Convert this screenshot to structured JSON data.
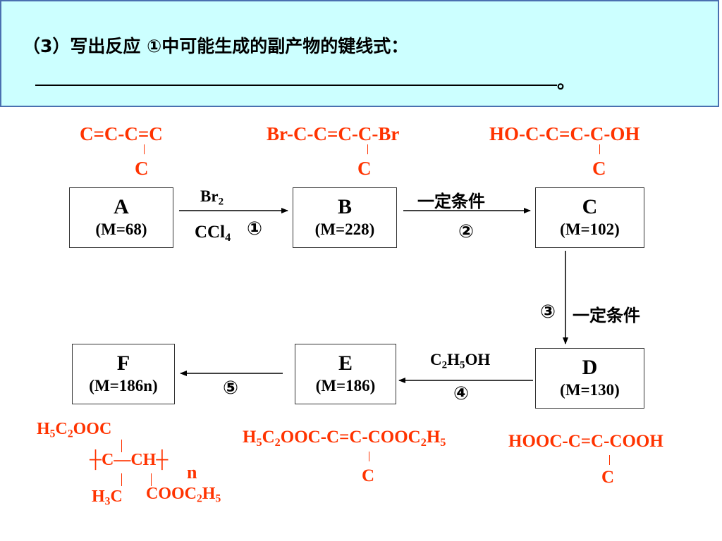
{
  "question": {
    "text": "（3）写出反应 ①中可能生成的副产物的键线式：",
    "period": "。"
  },
  "boxes": {
    "A": {
      "letter": "A",
      "mass": "(M=68)"
    },
    "B": {
      "letter": "B",
      "mass": "(M=228)"
    },
    "C": {
      "letter": "C",
      "mass": "(M=102)"
    },
    "D": {
      "letter": "D",
      "mass": "(M=130)"
    },
    "E": {
      "letter": "E",
      "mass": "(M=186)"
    },
    "F": {
      "letter": "F",
      "mass": "(M=186n)"
    }
  },
  "arrows": {
    "step1": {
      "reagent_top": "Br",
      "reagent_top_sub": "2",
      "reagent_bottom": "CCl",
      "reagent_bottom_sub": "4",
      "number": "①"
    },
    "step2": {
      "condition": "一定条件",
      "number": "②"
    },
    "step3": {
      "number": "③",
      "condition": "一定条件"
    },
    "step4": {
      "reagent_c": "C",
      "sub1": "2",
      "reagent_h": "H",
      "sub2": "5",
      "reagent_oh": "OH",
      "number": "④"
    },
    "step5": {
      "number": "⑤"
    }
  },
  "structures": {
    "A": {
      "main": "C=C-C=C",
      "branch": "C"
    },
    "B": {
      "main": "Br-C-C=C-C-Br",
      "branch": "C"
    },
    "C": {
      "main": "HO-C-C=C-C-OH",
      "branch": "C"
    },
    "D": {
      "main": "HOOC-C=C-COOH",
      "branch": "C"
    },
    "E": {
      "p1": "H",
      "s1": "5",
      "p2": "C",
      "s2": "2",
      "p3": "OOC-C=C-COOC",
      "s3": "2",
      "p4": "H",
      "s4": "5",
      "branch": "C"
    },
    "F": {
      "top_p1": "H",
      "top_s1": "5",
      "top_p2": "C",
      "top_s2": "2",
      "top_p3": "OOC",
      "chain": "┼C—CH┼",
      "n": "n",
      "left_p1": "H",
      "left_s1": "3",
      "left_p2": "C",
      "right_p1": "COOC",
      "right_s1": "2",
      "right_p2": "H",
      "right_s2": "5"
    }
  }
}
